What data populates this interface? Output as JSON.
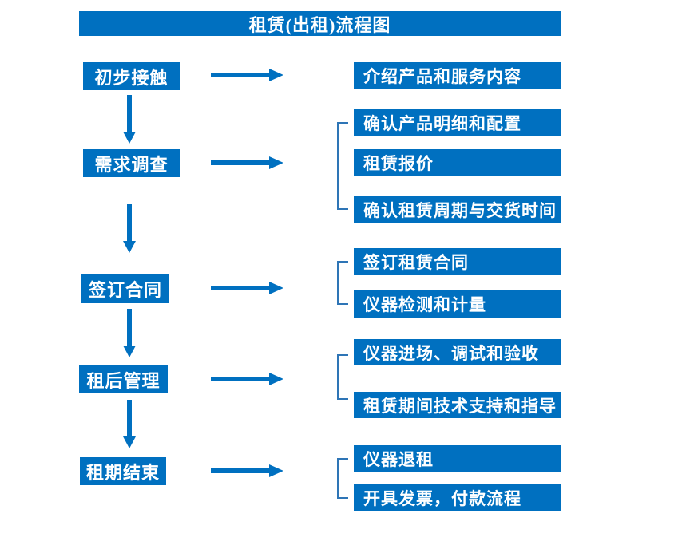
{
  "title": "租赁(出租)流程图",
  "colors": {
    "accent_blue": "#0070C0",
    "bracket_blue": "#2E75B6",
    "text_white": "#FFFFFF",
    "background": "#FFFFFF"
  },
  "diagram_type": "flowchart",
  "steps": [
    {
      "label": "初步接触",
      "items": [
        "介绍产品和服务内容"
      ]
    },
    {
      "label": "需求调查",
      "items": [
        "确认产品明细和配置",
        "租赁报价",
        "确认租赁周期与交货时间"
      ]
    },
    {
      "label": "签订合同",
      "items": [
        "签订租赁合同",
        "仪器检测和计量"
      ]
    },
    {
      "label": "租后管理",
      "items": [
        "仪器进场、调试和验收",
        "租赁期间技术支持和指导"
      ]
    },
    {
      "label": "租期结束",
      "items": [
        "仪器退租",
        "开具发票，付款流程"
      ]
    }
  ]
}
